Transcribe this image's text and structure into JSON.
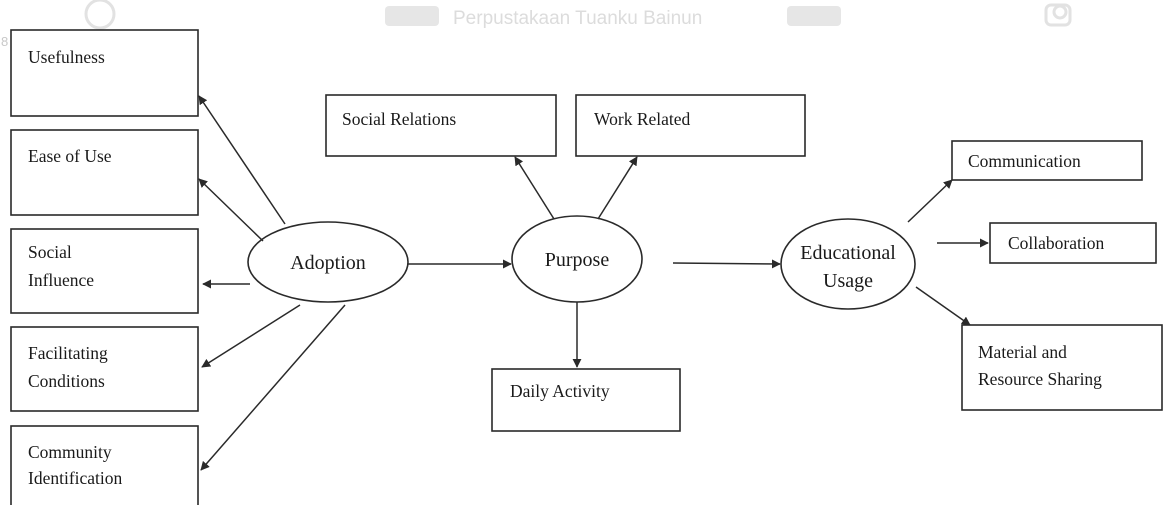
{
  "watermark": {
    "text": "Perpustakaan Tuanku Bainun",
    "page_mark": "8"
  },
  "nodes": {
    "usefulness": "Usefulness",
    "ease_of_use": "Ease of Use",
    "social_influence": [
      "Social",
      "Influence"
    ],
    "facilitating_conditions": [
      "Facilitating",
      "Conditions"
    ],
    "community_identification": [
      "Community",
      "Identification"
    ],
    "adoption": "Adoption",
    "purpose": "Purpose",
    "social_relations": "Social Relations",
    "work_related": "Work Related",
    "daily_activity": "Daily Activity",
    "educational_usage": [
      "Educational",
      "Usage"
    ],
    "communication": "Communication",
    "collaboration": "Collaboration",
    "material_resource_sharing": [
      "Material and",
      "Resource Sharing"
    ]
  }
}
